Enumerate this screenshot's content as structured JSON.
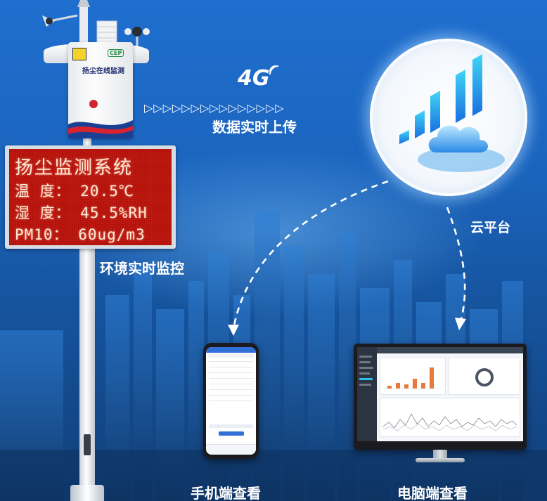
{
  "signal": {
    "network_label": "4G",
    "upload_label": "数据实时上传",
    "arrows": "▷▷▷▷▷▷▷▷▷▷▷▷▷▷▷"
  },
  "station": {
    "box_label": "扬尘在线监测",
    "badge": "CEP",
    "led": {
      "line1": "扬尘监测系统",
      "line2": "温 度： 20.5℃",
      "line3": "湿 度： 45.5%RH",
      "line4": "PM10： 60ug/m3"
    },
    "caption": "环境实时监控"
  },
  "cloud": {
    "caption": "云平台"
  },
  "phone": {
    "caption": "手机端查看"
  },
  "desktop": {
    "caption": "电脑端查看"
  },
  "colors": {
    "background": "#1b64bd",
    "led_red": "#b3120c",
    "accent_cyan": "#29c3ee",
    "dashed": "#ffffff"
  }
}
